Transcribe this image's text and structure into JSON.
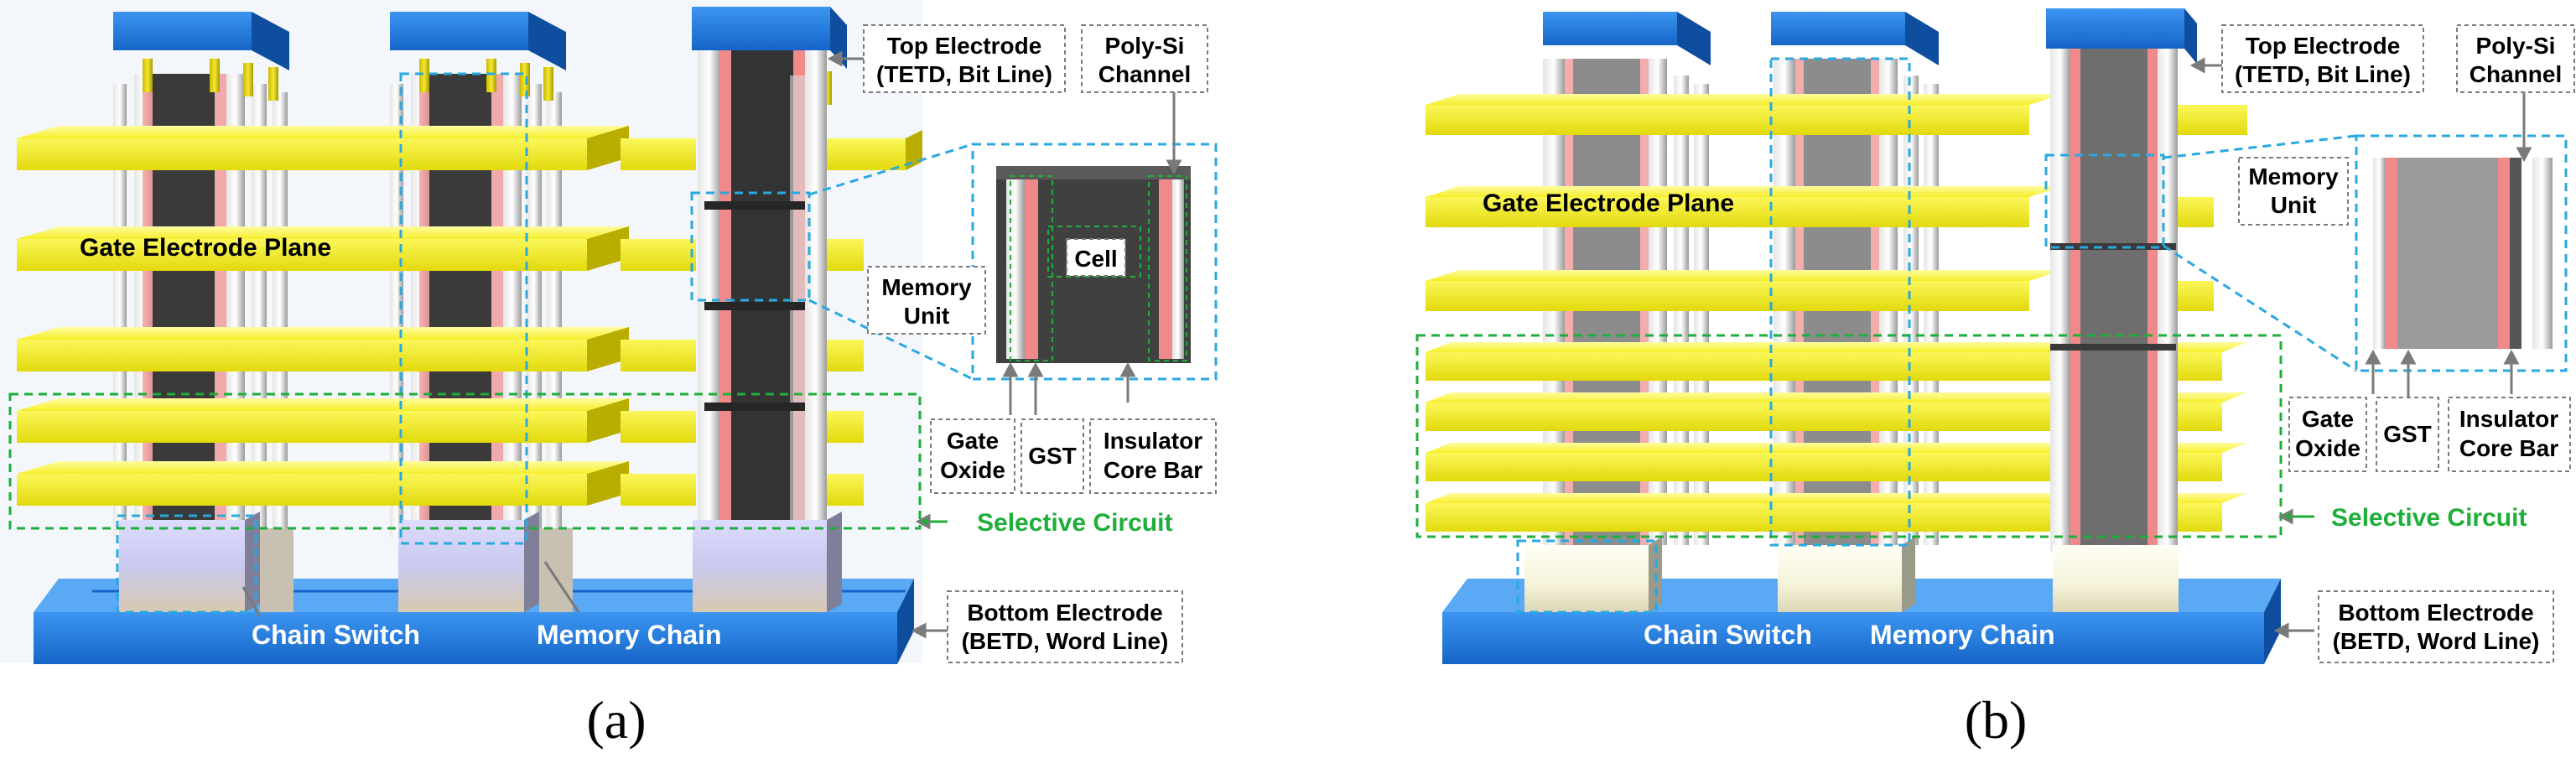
{
  "panels": [
    {
      "caption": "(a)",
      "labels": {
        "top_electrode": [
          "Top Electrode",
          "(TETD, Bit Line)"
        ],
        "poly_si_channel": [
          "Poly-Si",
          "Channel"
        ],
        "gate_electrode_plane": "Gate Electrode Plane",
        "cell": "Cell",
        "memory_unit": [
          "Memory",
          "Unit"
        ],
        "gate_oxide": [
          "Gate",
          "Oxide"
        ],
        "gst": "GST",
        "insulator_core_bar": [
          "Insulator",
          "Core Bar"
        ],
        "selective_circuit": "Selective Circuit",
        "chain_switch": "Chain Switch",
        "memory_chain": "Memory Chain",
        "bottom_electrode": [
          "Bottom Electrode",
          "(BETD, Word Line)"
        ]
      }
    },
    {
      "caption": "(b)",
      "labels": {
        "top_electrode": [
          "Top Electrode",
          "(TETD, Bit Line)"
        ],
        "poly_si_channel": [
          "Poly-Si",
          "Channel"
        ],
        "gate_electrode_plane": "Gate Electrode Plane",
        "memory_unit": [
          "Memory",
          "Unit"
        ],
        "gate_oxide": [
          "Gate",
          "Oxide"
        ],
        "gst": "GST",
        "insulator_core_bar": [
          "Insulator",
          "Core Bar"
        ],
        "selective_circuit": "Selective Circuit",
        "chain_switch": "Chain Switch",
        "memory_chain": "Memory Chain",
        "bottom_electrode": [
          "Bottom Electrode",
          "(BETD, Word Line)"
        ]
      }
    }
  ],
  "colors": {
    "electrode_blue": "#1f7fe8",
    "plane_yellow": "#f2ec1a",
    "pillar_dark": "#3a3a3a",
    "pillar_gray": "#8c8c8c",
    "gst_pink": "#f08a8a",
    "callout_cyan": "#2aa8e0",
    "selective_green": "#1fae3a"
  }
}
